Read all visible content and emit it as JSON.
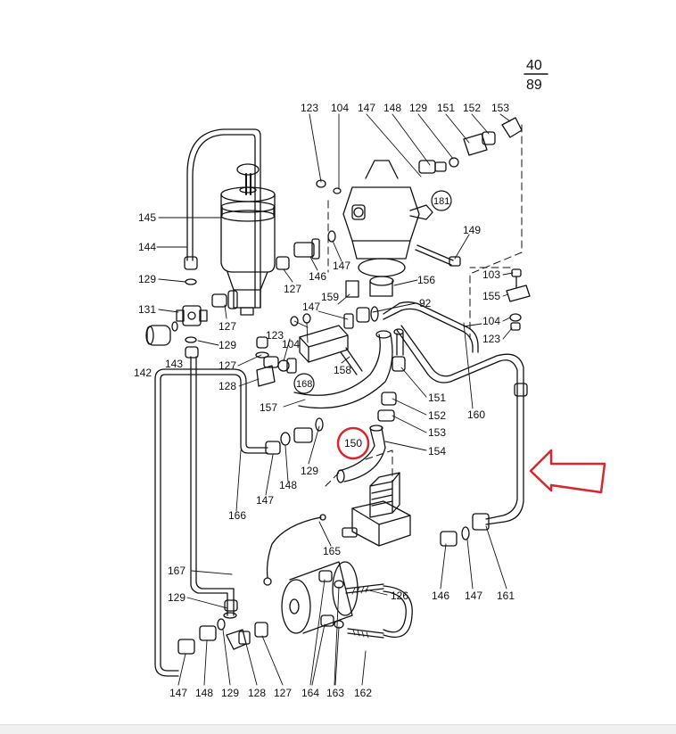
{
  "page_ref": {
    "numerator": "40",
    "denominator": "89"
  },
  "callouts": {
    "c181": "181",
    "c168": "168",
    "c150": "150"
  },
  "colors": {
    "highlight": "#d9262a",
    "ink": "#111111"
  },
  "labels": {
    "l123a": "123",
    "l104a": "104",
    "l147a": "147",
    "l148a": "148",
    "l129a": "129",
    "l151a": "151",
    "l152a": "152",
    "l153a": "153",
    "l145": "145",
    "l144": "144",
    "l129b": "129",
    "l131": "131",
    "l142": "142",
    "l143": "143",
    "l129c": "129",
    "l127a": "127",
    "l128a": "128",
    "l127b": "127",
    "l146a": "146",
    "l147b": "147",
    "l127c": "127",
    "l123b": "123",
    "l104b": "104",
    "l147c": "147",
    "l159": "159",
    "l158": "158",
    "l149": "149",
    "l156": "156",
    "l92": "92",
    "l103": "103",
    "l155": "155",
    "l104c": "104",
    "l123c": "123",
    "l157": "157",
    "l151b": "151",
    "l152b": "152",
    "l153b": "153",
    "l154": "154",
    "l160": "160",
    "l129d": "129",
    "l148b": "148",
    "l147d": "147",
    "l166": "166",
    "l165": "165",
    "l167": "167",
    "l129e": "129",
    "l126": "126",
    "l146b": "146",
    "l147e": "147",
    "l161": "161",
    "l147f": "147",
    "l148c": "148",
    "l129f": "129",
    "l128b": "128",
    "l127d": "127",
    "l164": "164",
    "l163": "163",
    "l162": "162"
  }
}
